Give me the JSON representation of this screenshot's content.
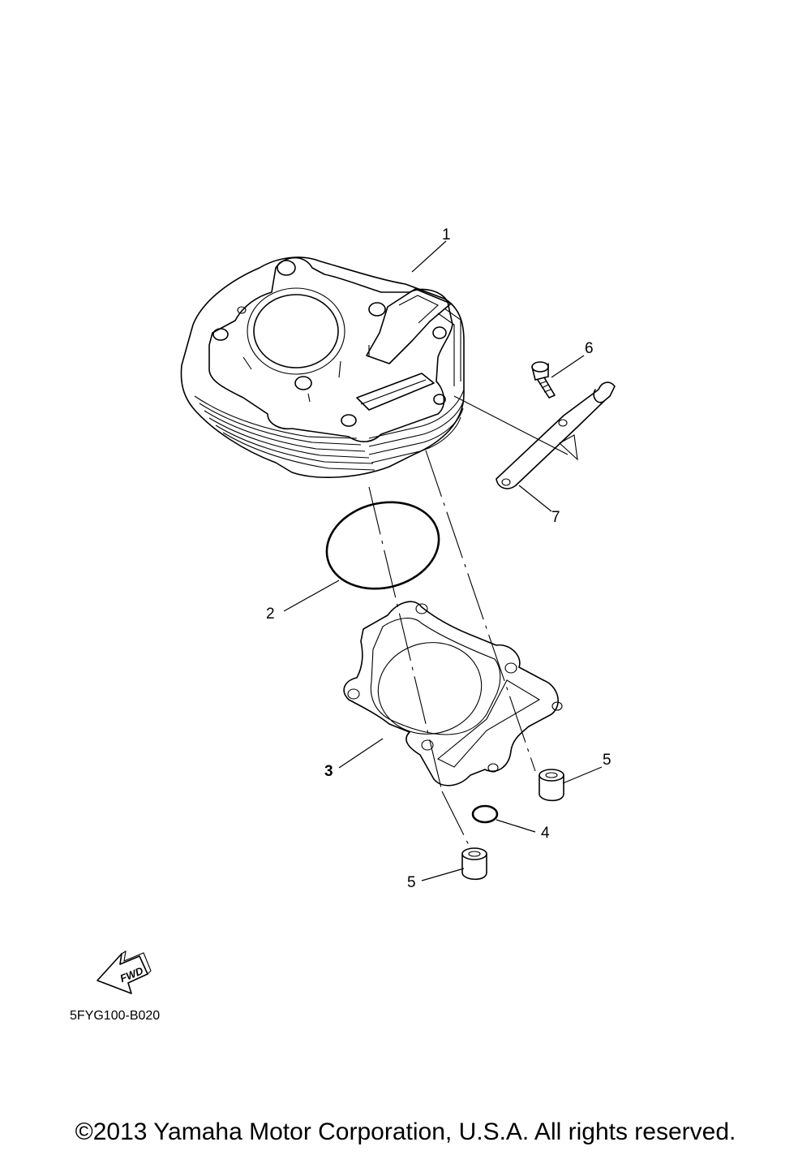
{
  "diagram": {
    "callouts": [
      {
        "id": "1",
        "text": "1"
      },
      {
        "id": "2",
        "text": "2"
      },
      {
        "id": "3",
        "text": "3"
      },
      {
        "id": "4",
        "text": "4"
      },
      {
        "id": "5a",
        "text": "5"
      },
      {
        "id": "5b",
        "text": "5"
      },
      {
        "id": "6",
        "text": "6"
      },
      {
        "id": "7",
        "text": "7"
      }
    ],
    "fwd_label": "FWD",
    "diagram_code": "5FYG100-B020"
  },
  "footer": {
    "copyright": "©2013 Yamaha Motor Corporation, U.S.A. All rights reserved."
  }
}
